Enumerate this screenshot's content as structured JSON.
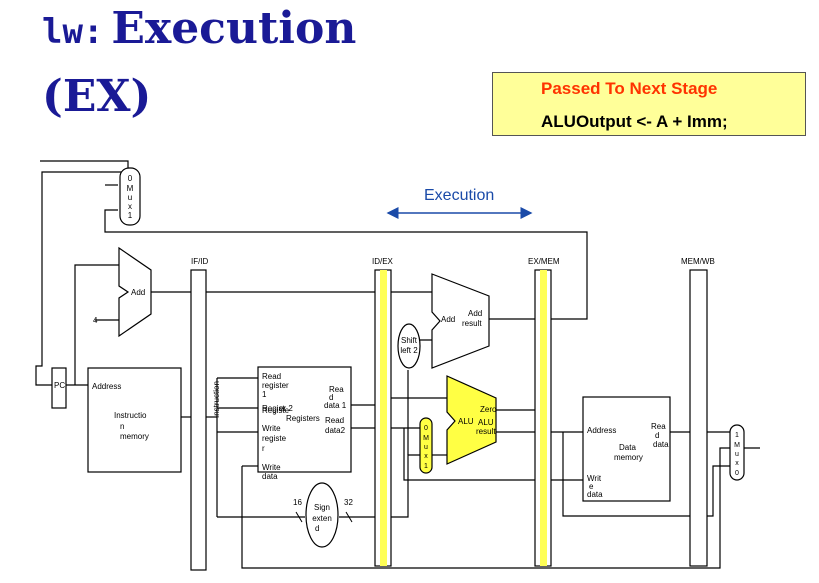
{
  "title": {
    "part1": "lw:",
    "part2": "Execution",
    "part3": "(EX)"
  },
  "note": {
    "line1": "Passed To Next Stage",
    "line2": "ALUOutput <- A + Imm;"
  },
  "colors": {
    "title": "#1a1a96",
    "highlight_stage": "#ffff55",
    "alu_fill": "#ffff44",
    "execution_label": "#1a4aa8",
    "note_bg": "#ffff99",
    "note_text": "#ff3300"
  },
  "diagram": {
    "execution_label": "Execution",
    "pipeline_registers": {
      "ifid": "IF/ID",
      "idex": "ID/EX",
      "exmem": "EX/MEM",
      "memwb": "MEM/WB"
    },
    "mux_top": [
      "0",
      "M",
      "u",
      "x",
      "1"
    ],
    "mux_alu": [
      "0",
      "M",
      "u",
      "x",
      "1"
    ],
    "mux_wb": [
      "1",
      "M",
      "u",
      "x",
      "0"
    ],
    "add_label": "Add",
    "four": "4",
    "pc": "PC",
    "instr_mem": {
      "address": "Address",
      "l1": "Instructio",
      "l2": "n",
      "l3": "memory"
    },
    "instruction_vertical": "Instruction",
    "regs": {
      "read_reg1_a": "Read",
      "read_reg1_b": "register",
      "read_reg1_c": "1",
      "read_reg2_a": "Regist",
      "read_reg2_b": "er 2",
      "read_reg2_c": "Registe",
      "registers": "Registers",
      "write_reg_a": "Write",
      "write_reg_b": "registe",
      "write_reg_c": "r",
      "write_data_a": "Write",
      "write_data_b": "data",
      "read_data1_a": "Rea",
      "read_data1_b": "d",
      "read_data1_c": "data 1",
      "read_data2_a": "Read",
      "read_data2_b": "data2"
    },
    "shift": {
      "l1": "Shift",
      "l2": "left 2"
    },
    "add2": {
      "add": "Add",
      "result_a": "Add",
      "result_b": "result"
    },
    "alu": {
      "alu": "ALU",
      "zero": "Zero",
      "alu_result_a": "ALU",
      "alu_result_b": "result"
    },
    "sign": {
      "l1": "Sign",
      "l2": "exten",
      "l3": "d",
      "in": "16",
      "out": "32"
    },
    "dmem": {
      "address": "Address",
      "read_a": "Rea",
      "read_b": "d",
      "read_c": "data",
      "title_a": "Data",
      "title_b": "memory",
      "write_a": "Writ",
      "write_b": "e",
      "write_c": "data"
    }
  }
}
